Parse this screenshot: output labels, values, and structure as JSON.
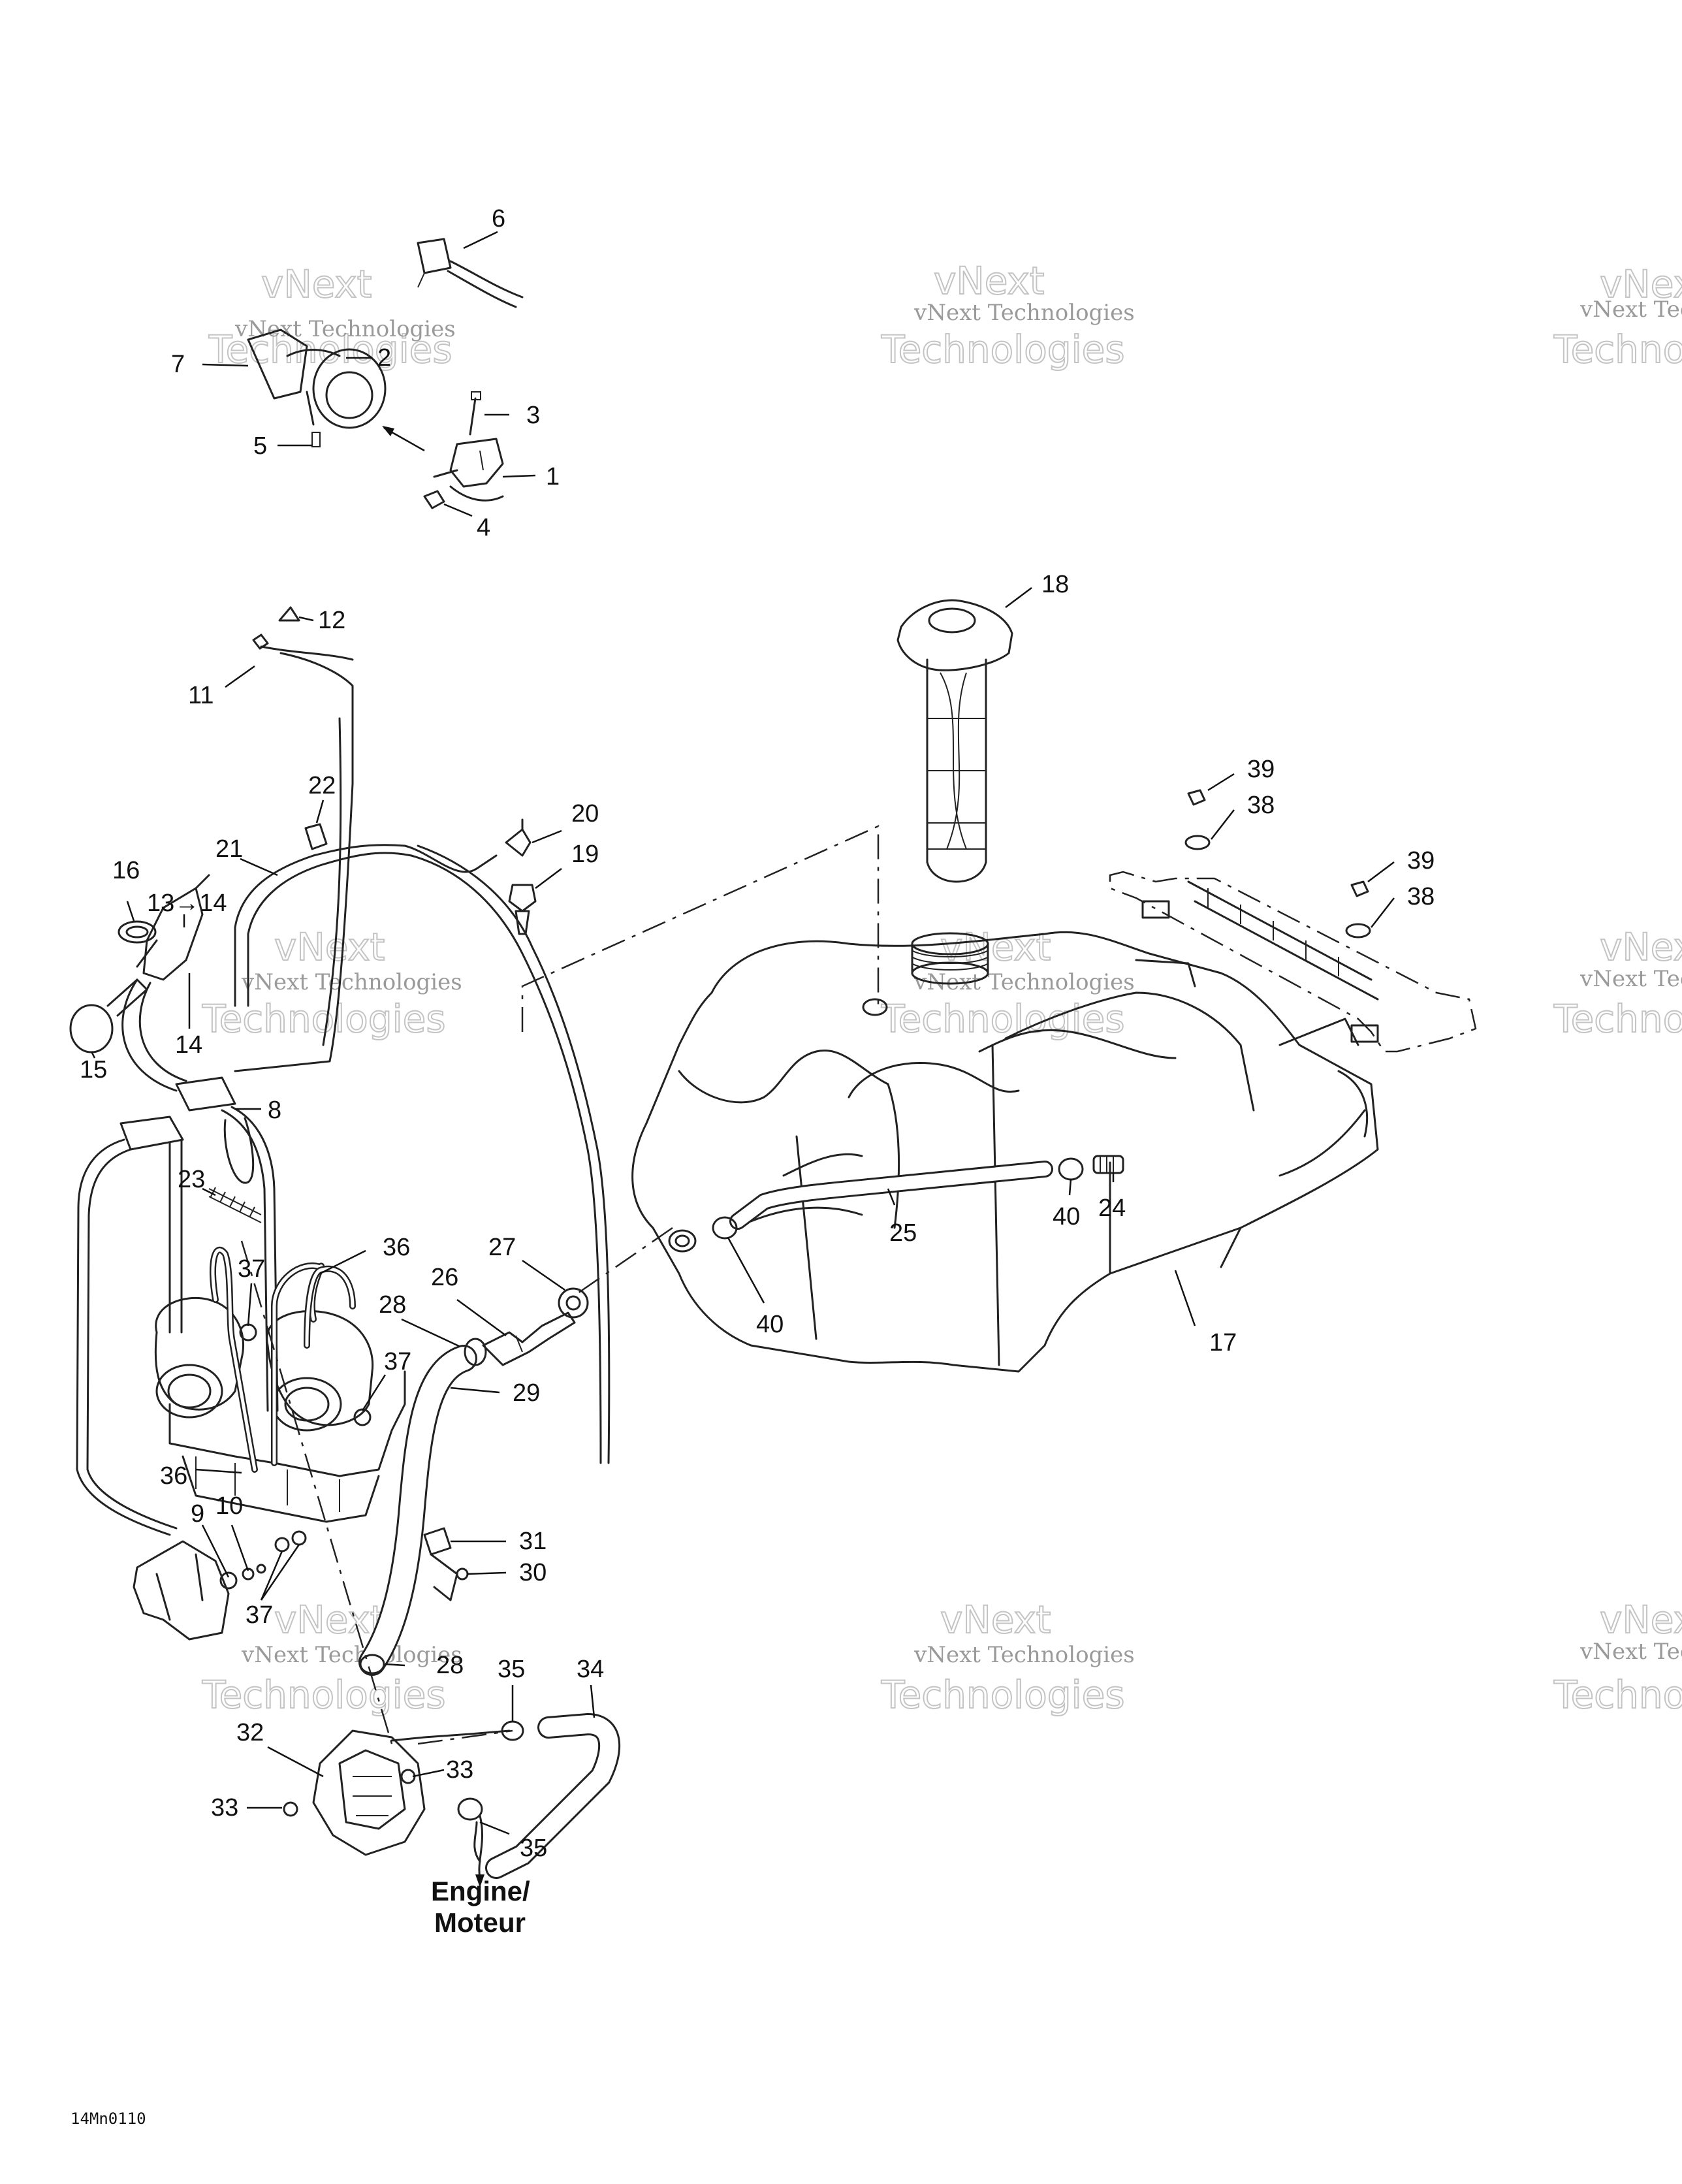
{
  "callouts": {
    "c1": "1",
    "c2": "2",
    "c3": "3",
    "c4": "4",
    "c5": "5",
    "c6": "6",
    "c7": "7",
    "c8": "8",
    "c9": "9",
    "c10": "10",
    "c11": "11",
    "c12": "12",
    "c13": "13→14",
    "c14": "14",
    "c15": "15",
    "c16": "16",
    "c17": "17",
    "c18": "18",
    "c19": "19",
    "c20": "20",
    "c21": "21",
    "c22": "22",
    "c23": "23",
    "c24": "24",
    "c25": "25",
    "c26": "26",
    "c27": "27",
    "c28a": "28",
    "c28b": "28",
    "c29": "29",
    "c30": "30",
    "c31": "31",
    "c32": "32",
    "c33a": "33",
    "c33b": "33",
    "c34": "34",
    "c35a": "35",
    "c35b": "35",
    "c36a": "36",
    "c36b": "36",
    "c37a": "37",
    "c37b": "37",
    "c37c": "37",
    "c38a": "38",
    "c38b": "38",
    "c39a": "39",
    "c39b": "39",
    "c40a": "40",
    "c40b": "40"
  },
  "engine_label": {
    "line1": "Engine/",
    "line2": "Moteur"
  },
  "drawing_code": "14Mn0110",
  "watermark": {
    "line1": "vNext Technologies",
    "line2": "Technologies",
    "line3": "vNext"
  }
}
